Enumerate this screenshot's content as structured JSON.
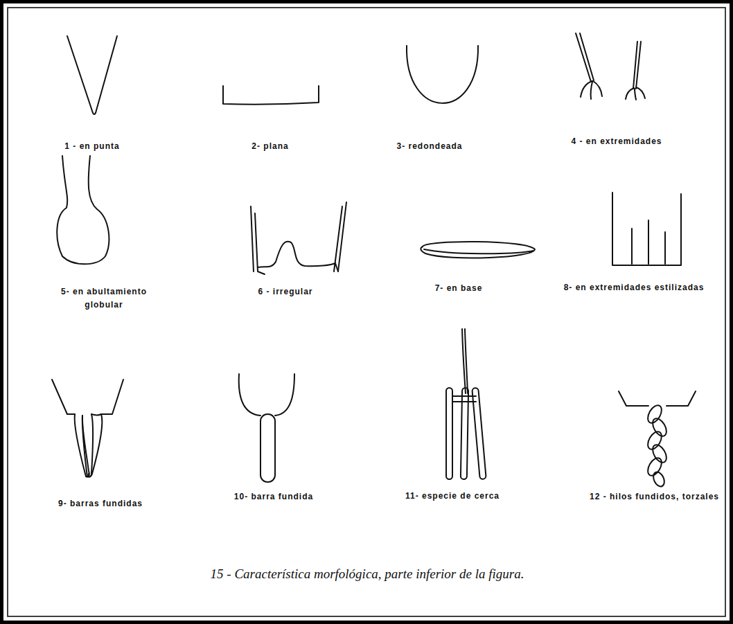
{
  "diagram": {
    "caption": "15 - Característica morfológica, parte inferior de la figura.",
    "labels": [
      "1 - en punta",
      "2- plana",
      "3- redondeada",
      "4 - en extremidades",
      "5- en abultamiento globular",
      "6 - irregular",
      "7- en base",
      "8- en extremidades estilizadas",
      "9- barras fundidas",
      "10- barra fundida",
      "11- especie de cerca",
      "12 - hilos fundidos, torzales"
    ]
  }
}
